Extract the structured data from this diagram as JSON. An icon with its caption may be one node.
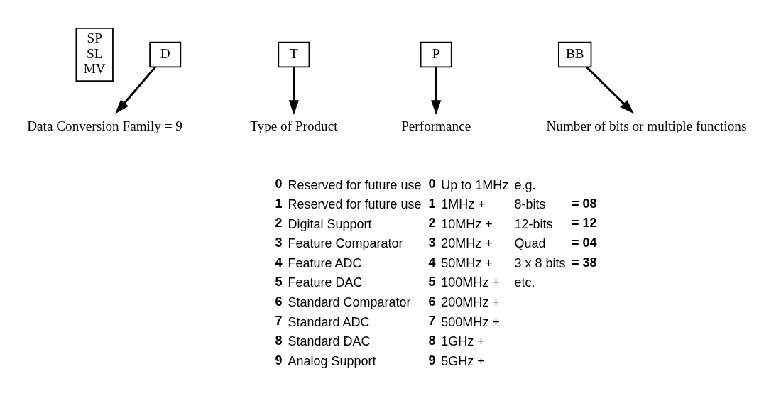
{
  "diagram": {
    "nodes": [
      {
        "text": [
          "SP SL MV"
        ]
      },
      {
        "text": [
          "D"
        ]
      },
      {
        "text": [
          "T"
        ]
      },
      {
        "text": [
          "P"
        ]
      },
      {
        "text": [
          "BB"
        ]
      },
      {
        "text": [
          "Data Conversion Family = 9"
        ]
      },
      {
        "text": [
          "Type of Product"
        ]
      },
      {
        "text": [
          "Performance"
        ]
      },
      {
        "text": [
          "Number of bits or multiple functions"
        ]
      }
    ],
    "edges": [
      {
        "from": 1,
        "to": 5,
        "arrow": "to"
      },
      {
        "from": 2,
        "to": 6,
        "arrow": "to"
      },
      {
        "from": 3,
        "to": 7,
        "arrow": "to"
      },
      {
        "from": 4,
        "to": 8,
        "arrow": "to"
      }
    ],
    "labels": [
      "0",
      "Reserved for future use",
      "0",
      "Up to 1MHz",
      "e.g.",
      "1",
      "Reserved for future use",
      "1",
      "1MHz +",
      "8-bits",
      "= 08",
      "2",
      "Digital Support",
      "2",
      "10MHz +",
      "12-bits",
      "= 12",
      "3",
      "Feature Comparator",
      "3",
      "20MHz +",
      "Quad",
      "= 04",
      "4",
      "Feature ADC",
      "4",
      "50MHz +",
      "3 x 8 bits",
      "= 38",
      "5",
      "Feature DAC",
      "5",
      "100MHz +",
      "etc.",
      "6",
      "Standard Comparator",
      "6",
      "200MHz +",
      "7",
      "Standard ADC",
      "7",
      "500MHz +",
      "8",
      "Standard DAC",
      "8",
      "1GHz +",
      "9",
      "Analog Support",
      "9",
      "5GHz +"
    ]
  }
}
